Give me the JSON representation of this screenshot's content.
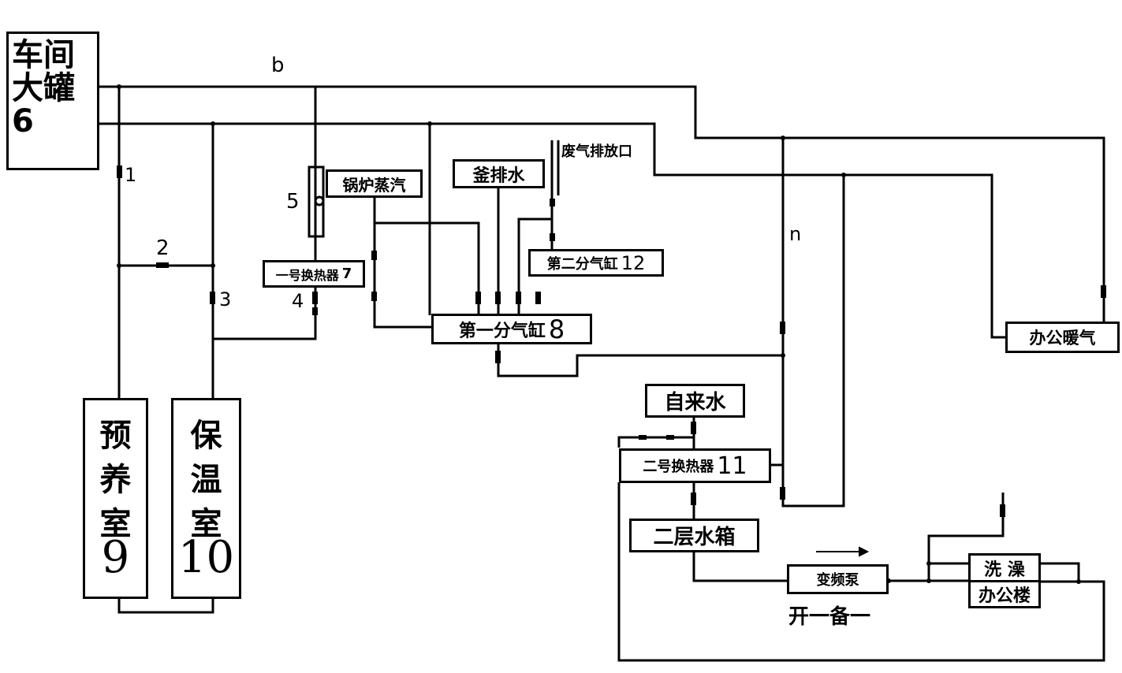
{
  "nodes": {
    "workshop_tank": {
      "l1": "车间",
      "l2": "大罐",
      "num": "6"
    },
    "boiler_steam": "锅炉蒸汽",
    "kettle_drain": "釜排水",
    "exhaust_outlet": "废气排放口",
    "second_header": {
      "label": "第二分气缸",
      "num": "12"
    },
    "heat_exchanger_1": {
      "label": "一号换热器",
      "num": "7"
    },
    "first_header": {
      "label": "第一分气缸",
      "num": "8"
    },
    "office_heating": "办公暖气",
    "tap_water": "自来水",
    "heat_exchanger_2": {
      "label": "二号换热器",
      "num": "11"
    },
    "second_floor_tank": "二层水箱",
    "vfd_pump": "变频泵",
    "pump_mode": "开一备一",
    "shower": "洗  澡",
    "office_building": "办公楼",
    "pre_culture_room": {
      "c1": "预",
      "c2": "养",
      "c3": "室",
      "num": "9"
    },
    "insulation_room": {
      "c1": "保",
      "c2": "温",
      "c3": "室",
      "num": "10"
    }
  },
  "pipe_labels": {
    "b": "b",
    "n": "n",
    "p1": "1",
    "p2": "2",
    "p3": "3",
    "p4": "4",
    "p5": "5"
  }
}
